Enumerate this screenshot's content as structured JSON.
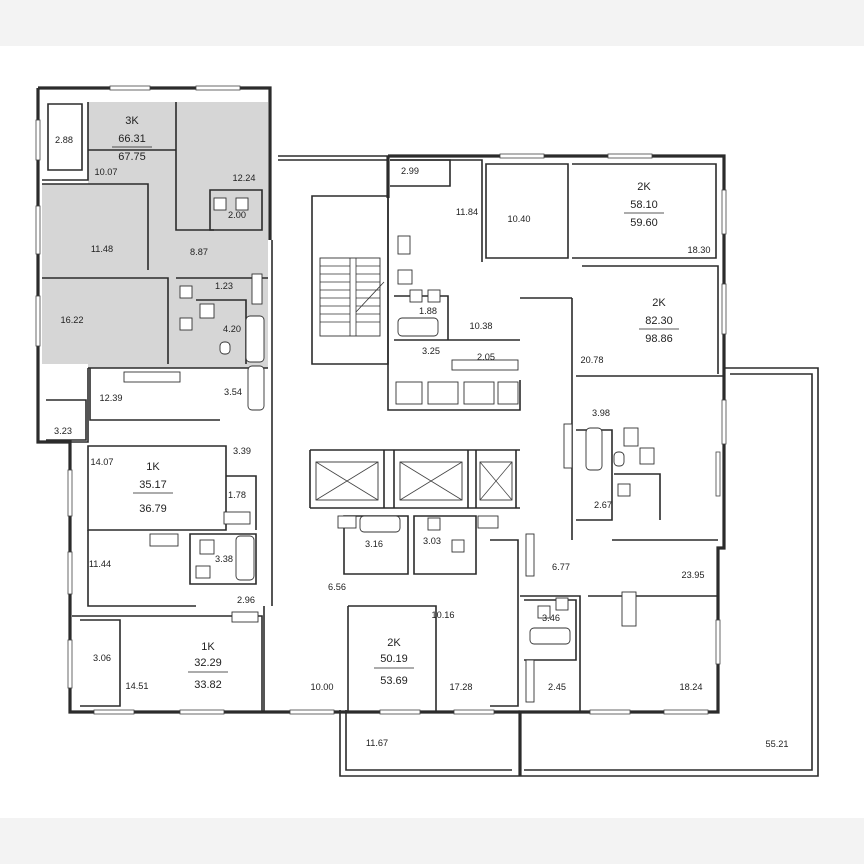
{
  "colors": {
    "background": "#f3f3f3",
    "plan_paper": "#ffffff",
    "highlight_unit": "#d6d6d6",
    "walls": "#2b2b2b"
  },
  "apartments": [
    {
      "type": "3K",
      "area_living": "66.31",
      "area_total": "67.75"
    },
    {
      "type": "2K",
      "area_living": "58.10",
      "area_total": "59.60"
    },
    {
      "type": "2K",
      "area_living": "82.30",
      "area_total": "98.86"
    },
    {
      "type": "1K",
      "area_living": "35.17",
      "area_total": "36.79"
    },
    {
      "type": "1K",
      "area_living": "32.29",
      "area_total": "33.82"
    },
    {
      "type": "2K",
      "area_living": "50.19",
      "area_total": "53.69"
    }
  ],
  "room_areas": [
    "2.88",
    "10.07",
    "12.24",
    "2.00",
    "11.48",
    "8.87",
    "1.23",
    "16.22",
    "4.20",
    "3.54",
    "12.39",
    "3.23",
    "3.39",
    "14.07",
    "1.78",
    "11.44",
    "3.38",
    "2.96",
    "3.06",
    "14.51",
    "10.00",
    "11.67",
    "2.99",
    "11.84",
    "10.40",
    "18.30",
    "1.88",
    "10.38",
    "3.25",
    "2.05",
    "20.78",
    "3.98",
    "2.67",
    "3.16",
    "3.03",
    "6.56",
    "10.16",
    "6.77",
    "23.95",
    "3.46",
    "2.45",
    "17.28",
    "18.24",
    "55.21"
  ]
}
